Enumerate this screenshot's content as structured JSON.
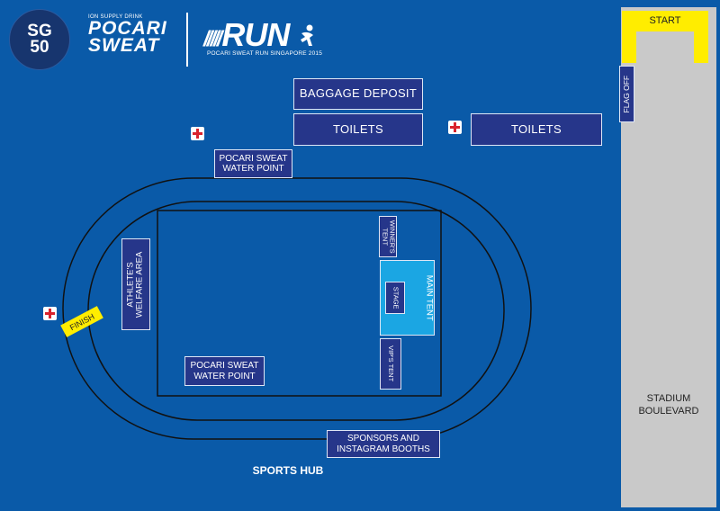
{
  "branding": {
    "sg50_top": "SG",
    "sg50_bottom": "50",
    "pocari_tagline": "ION SUPPLY DRINK",
    "pocari_line1": "POCARI",
    "pocari_line2": "SWEAT",
    "run_logo": "RUN",
    "run_subtitle": "POCARI SWEAT RUN SINGAPORE 2015"
  },
  "labels": {
    "start": "START",
    "flag_off": "FLAG OFF",
    "baggage_deposit": "BAGGAGE DEPOSIT",
    "toilets_left": "TOILETS",
    "toilets_right": "TOILETS",
    "water_point_top_line1": "POCARI SWEAT",
    "water_point_top_line2": "WATER POINT",
    "water_point_bottom_line1": "POCARI SWEAT",
    "water_point_bottom_line2": "WATER POINT",
    "winners_tent": "WINNER'S TENT",
    "main_tent": "MAIN TENT",
    "stage": "STAGE",
    "vips_tent": "VIP'S TENT",
    "athletes_welfare_line1": "ATHLETE'S",
    "athletes_welfare_line2": "WELFARE AREA",
    "finish": "FINISH",
    "sponsors_line1": "SPONSORS AND",
    "sponsors_line2": "INSTAGRAM BOOTHS",
    "sports_hub": "SPORTS HUB",
    "stadium_line1": "STADIUM",
    "stadium_line2": "BOULEVARD"
  },
  "icons": [
    "first-aid-icon",
    "first-aid-icon",
    "first-aid-icon"
  ],
  "colors": {
    "background": "#0a5aa8",
    "booth": "#26368a",
    "main_tent": "#1ba6e3",
    "highlight": "#ffed00",
    "road": "#c9c9c9"
  }
}
